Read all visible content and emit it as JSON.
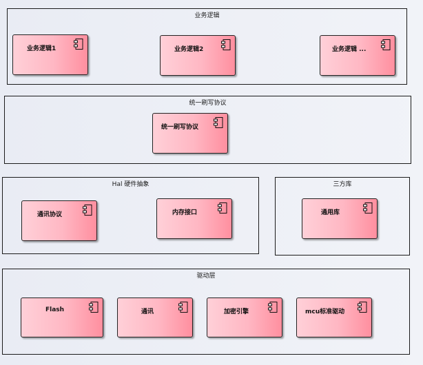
{
  "colors": {
    "component_fill_start": "#ffd0d8",
    "component_fill_end": "#ff8f9f",
    "background": "#e9ecf4",
    "border": "#1a1a1a"
  },
  "packages": [
    {
      "title": "业务逻辑",
      "components": [
        {
          "label": "业务逻辑1",
          "icon": "component-icon"
        },
        {
          "label": "业务逻辑2",
          "icon": "component-icon"
        },
        {
          "label": "业务逻辑 ...",
          "icon": "component-icon"
        }
      ]
    },
    {
      "title": "统一刷写协议",
      "components": [
        {
          "label": "统一刷写协议",
          "icon": "component-icon"
        }
      ]
    },
    {
      "title": "Hal 硬件抽象",
      "components": [
        {
          "label": "通讯协议",
          "icon": "component-icon"
        },
        {
          "label": "内存接口",
          "icon": "component-icon"
        }
      ]
    },
    {
      "title": "三方库",
      "components": [
        {
          "label": "通用库",
          "icon": "component-icon"
        }
      ]
    },
    {
      "title": "驱动层",
      "components": [
        {
          "label": "Flash",
          "icon": "component-icon"
        },
        {
          "label": "通讯",
          "icon": "component-icon"
        },
        {
          "label": "加密引擎",
          "icon": "component-icon"
        },
        {
          "label": "mcu标准驱动",
          "icon": "component-icon"
        }
      ]
    }
  ]
}
